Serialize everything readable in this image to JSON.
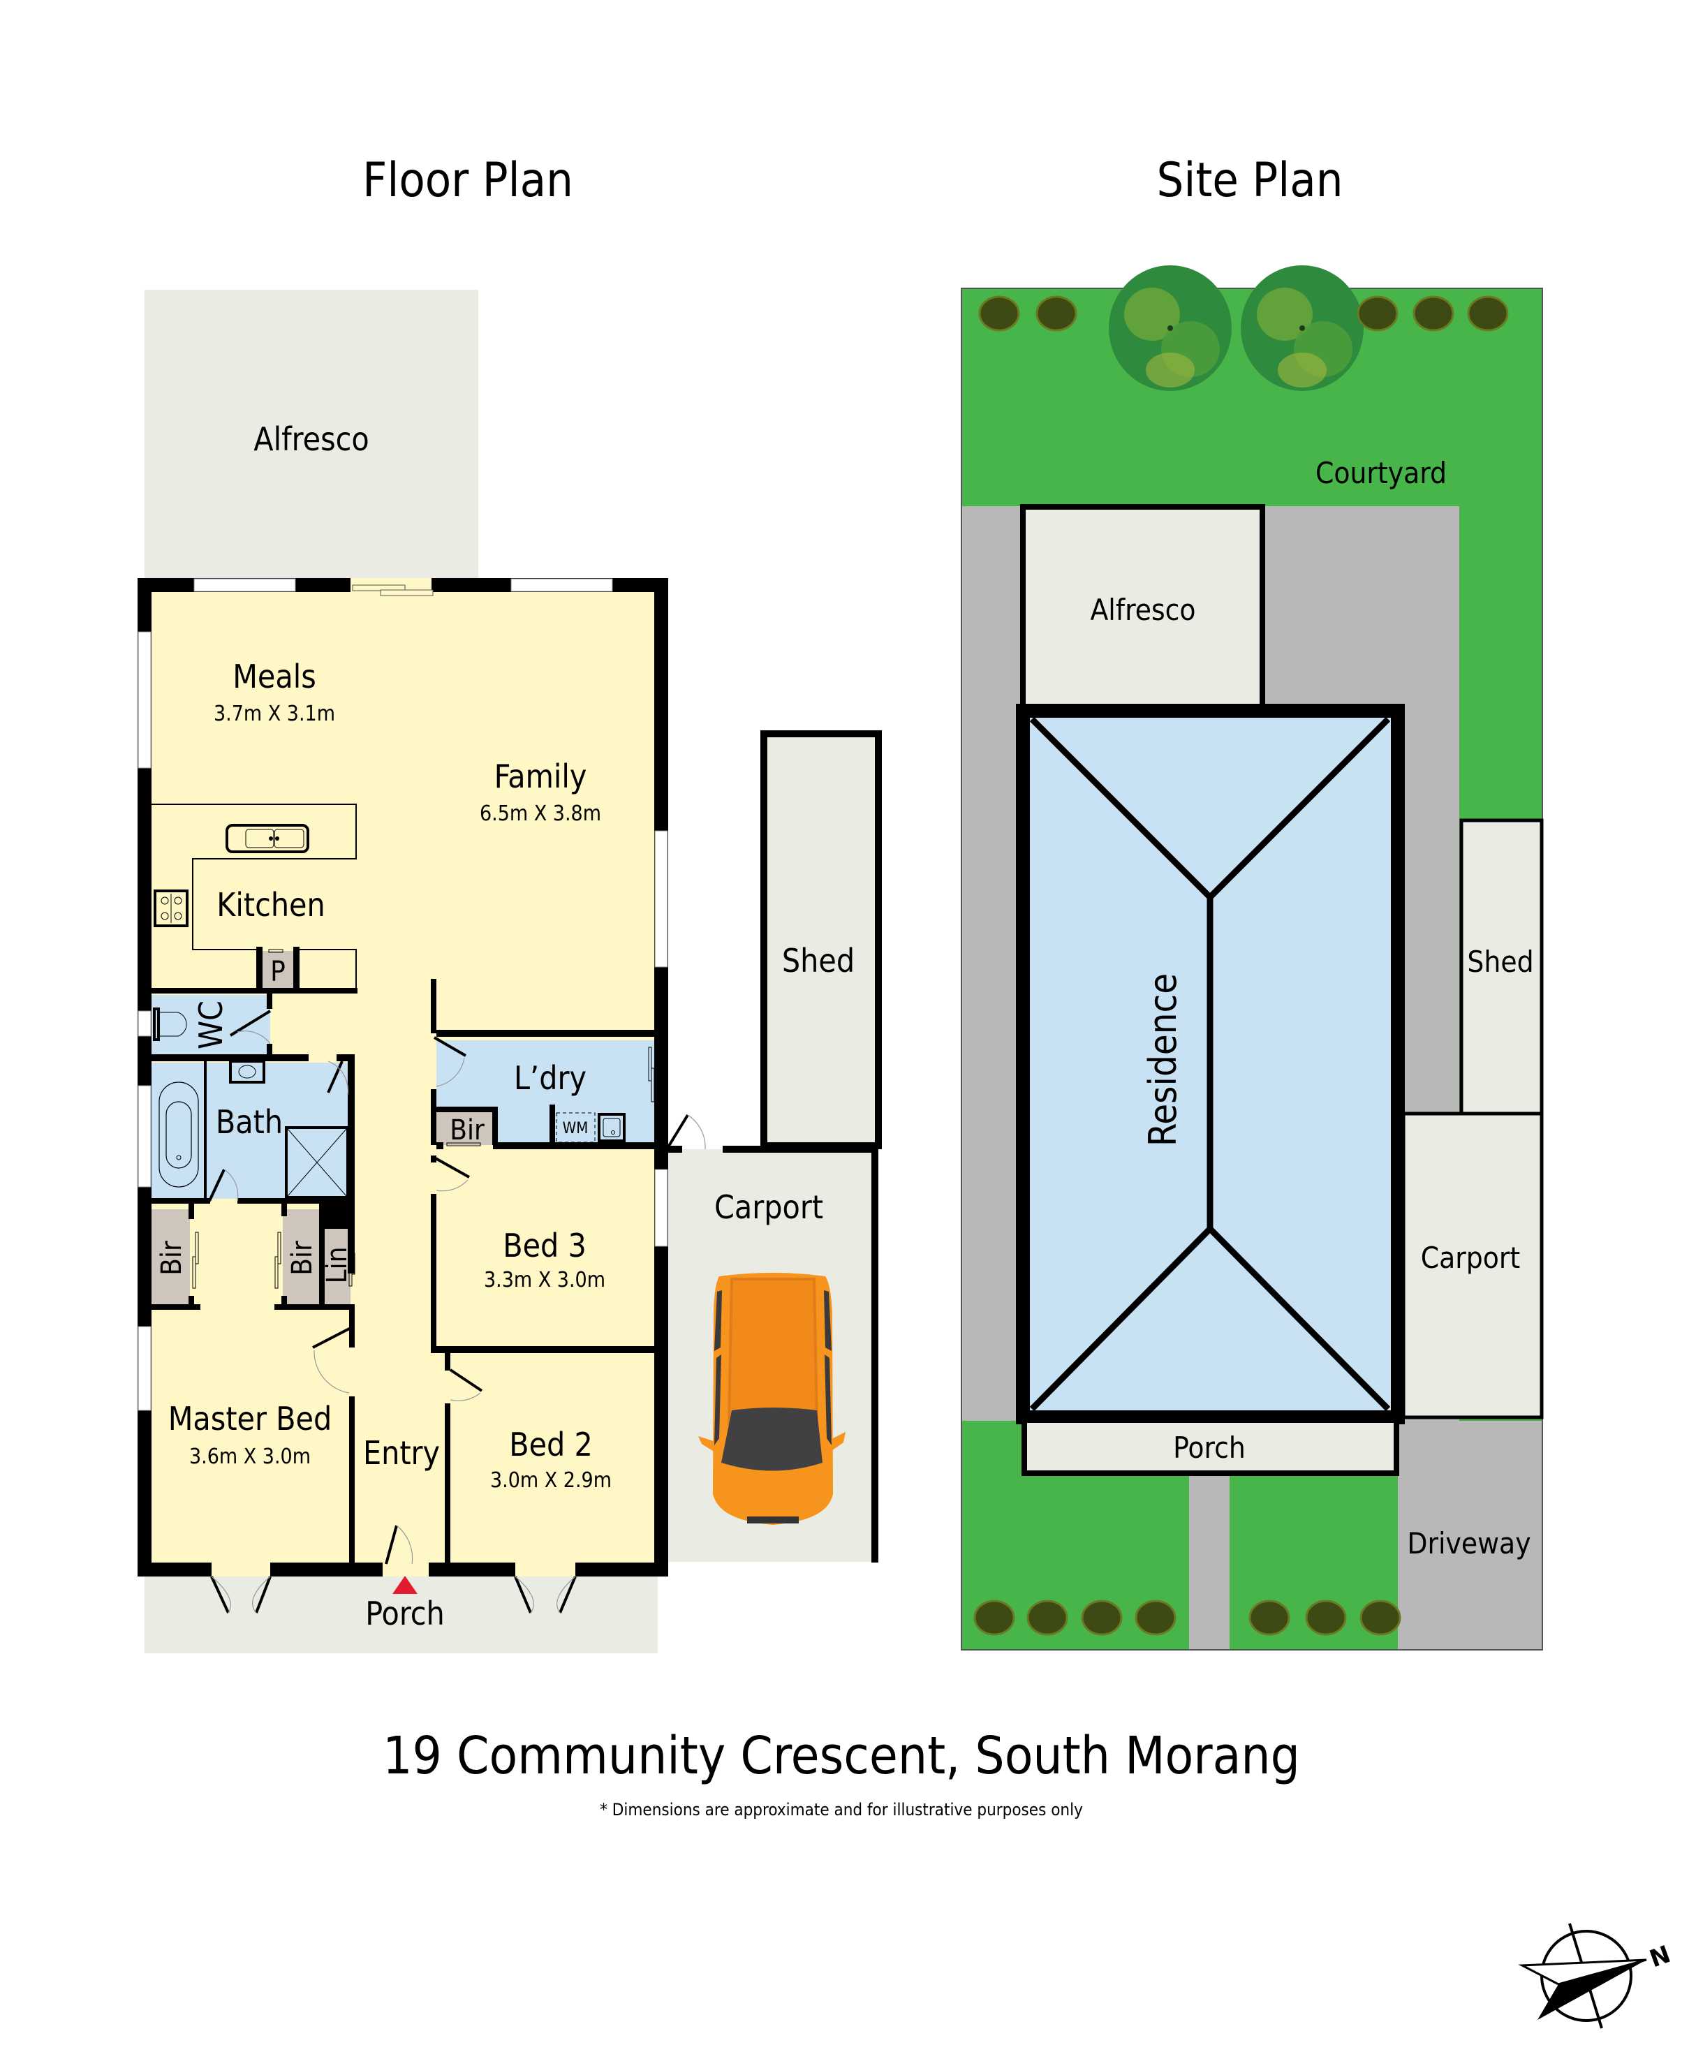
{
  "headings": {
    "floor_plan": "Floor Plan",
    "site_plan": "Site Plan"
  },
  "floor_plan": {
    "rooms": {
      "alfresco": {
        "label": "Alfresco"
      },
      "meals": {
        "label": "Meals",
        "dims": "3.7m X 3.1m"
      },
      "family": {
        "label": "Family",
        "dims": "6.5m X 3.8m"
      },
      "kitchen": {
        "label": "Kitchen"
      },
      "pantry": {
        "label": "P"
      },
      "wc": {
        "label": "WC"
      },
      "bath": {
        "label": "Bath"
      },
      "laundry": {
        "label": "L’dry"
      },
      "laundry_bir": {
        "label": "Bir"
      },
      "washing_machine": {
        "label": "WM"
      },
      "master_bir_left": {
        "label": "Bir"
      },
      "master_bir_right": {
        "label": "Bir"
      },
      "linen": {
        "label": "Lin"
      },
      "bed3": {
        "label": "Bed 3",
        "dims": "3.3m X 3.0m"
      },
      "bed2": {
        "label": "Bed 2",
        "dims": "3.0m X 2.9m"
      },
      "master_bed": {
        "label": "Master Bed",
        "dims": "3.6m X 3.0m"
      },
      "entry": {
        "label": "Entry"
      },
      "porch": {
        "label": "Porch"
      },
      "shed": {
        "label": "Shed"
      },
      "carport": {
        "label": "Carport"
      }
    },
    "entry_marker_color": "#E31B2F"
  },
  "site_plan": {
    "areas": {
      "courtyard": {
        "label": "Courtyard"
      },
      "alfresco": {
        "label": "Alfresco"
      },
      "residence": {
        "label": "Residence"
      },
      "shed": {
        "label": "Shed"
      },
      "carport": {
        "label": "Carport"
      },
      "porch": {
        "label": "Porch"
      },
      "driveway": {
        "label": "Driveway"
      }
    }
  },
  "footer": {
    "address": "19 Community Crescent, South Morang",
    "disclaimer": "* Dimensions are approximate and for illustrative purposes only"
  },
  "compass": {
    "north_label": "N"
  },
  "colors": {
    "living": "#FFF7C6",
    "wet": "#C8E1F3",
    "outdoor": "#EAEBE3",
    "storage": "#CEC6BC",
    "lawn": "#47B54A",
    "paving": "#B8B8B8",
    "wall": "#000000",
    "car": "#F7941D"
  }
}
